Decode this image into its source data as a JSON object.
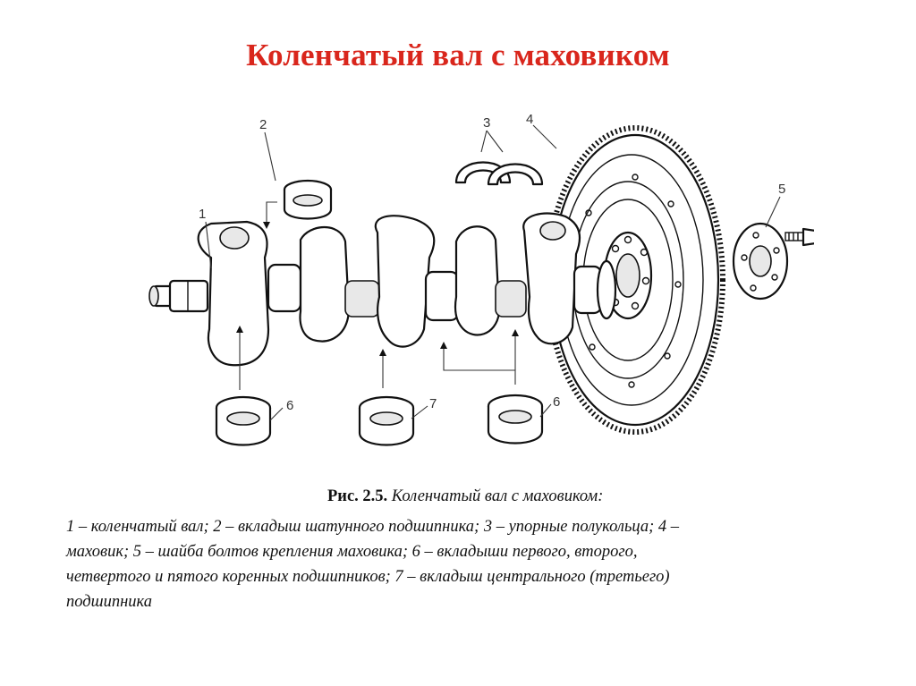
{
  "title": "Коленчатый вал с маховиком",
  "figure": {
    "callouts": {
      "c1": "1",
      "c2": "2",
      "c3": "3",
      "c4": "4",
      "c5": "5",
      "c6a": "6",
      "c6b": "6",
      "c7": "7"
    }
  },
  "caption": {
    "label": "Рис. 2.5.",
    "text": "Коленчатый вал с маховиком:",
    "lines": [
      " 1 – коленчатый вал; 2 – вкладыш шатунного подшипника; 3 – упорные полукольца; 4 –",
      "маховик; 5 – шайба болтов крепления маховика; 6 – вкладыши первого, второго,",
      "четвертого и пятого коренных подшипников; 7 – вкладыш центрального (третьего)",
      "подшипника"
    ]
  },
  "colors": {
    "title": "#d9261c",
    "ink": "#111111",
    "background": "#ffffff"
  }
}
